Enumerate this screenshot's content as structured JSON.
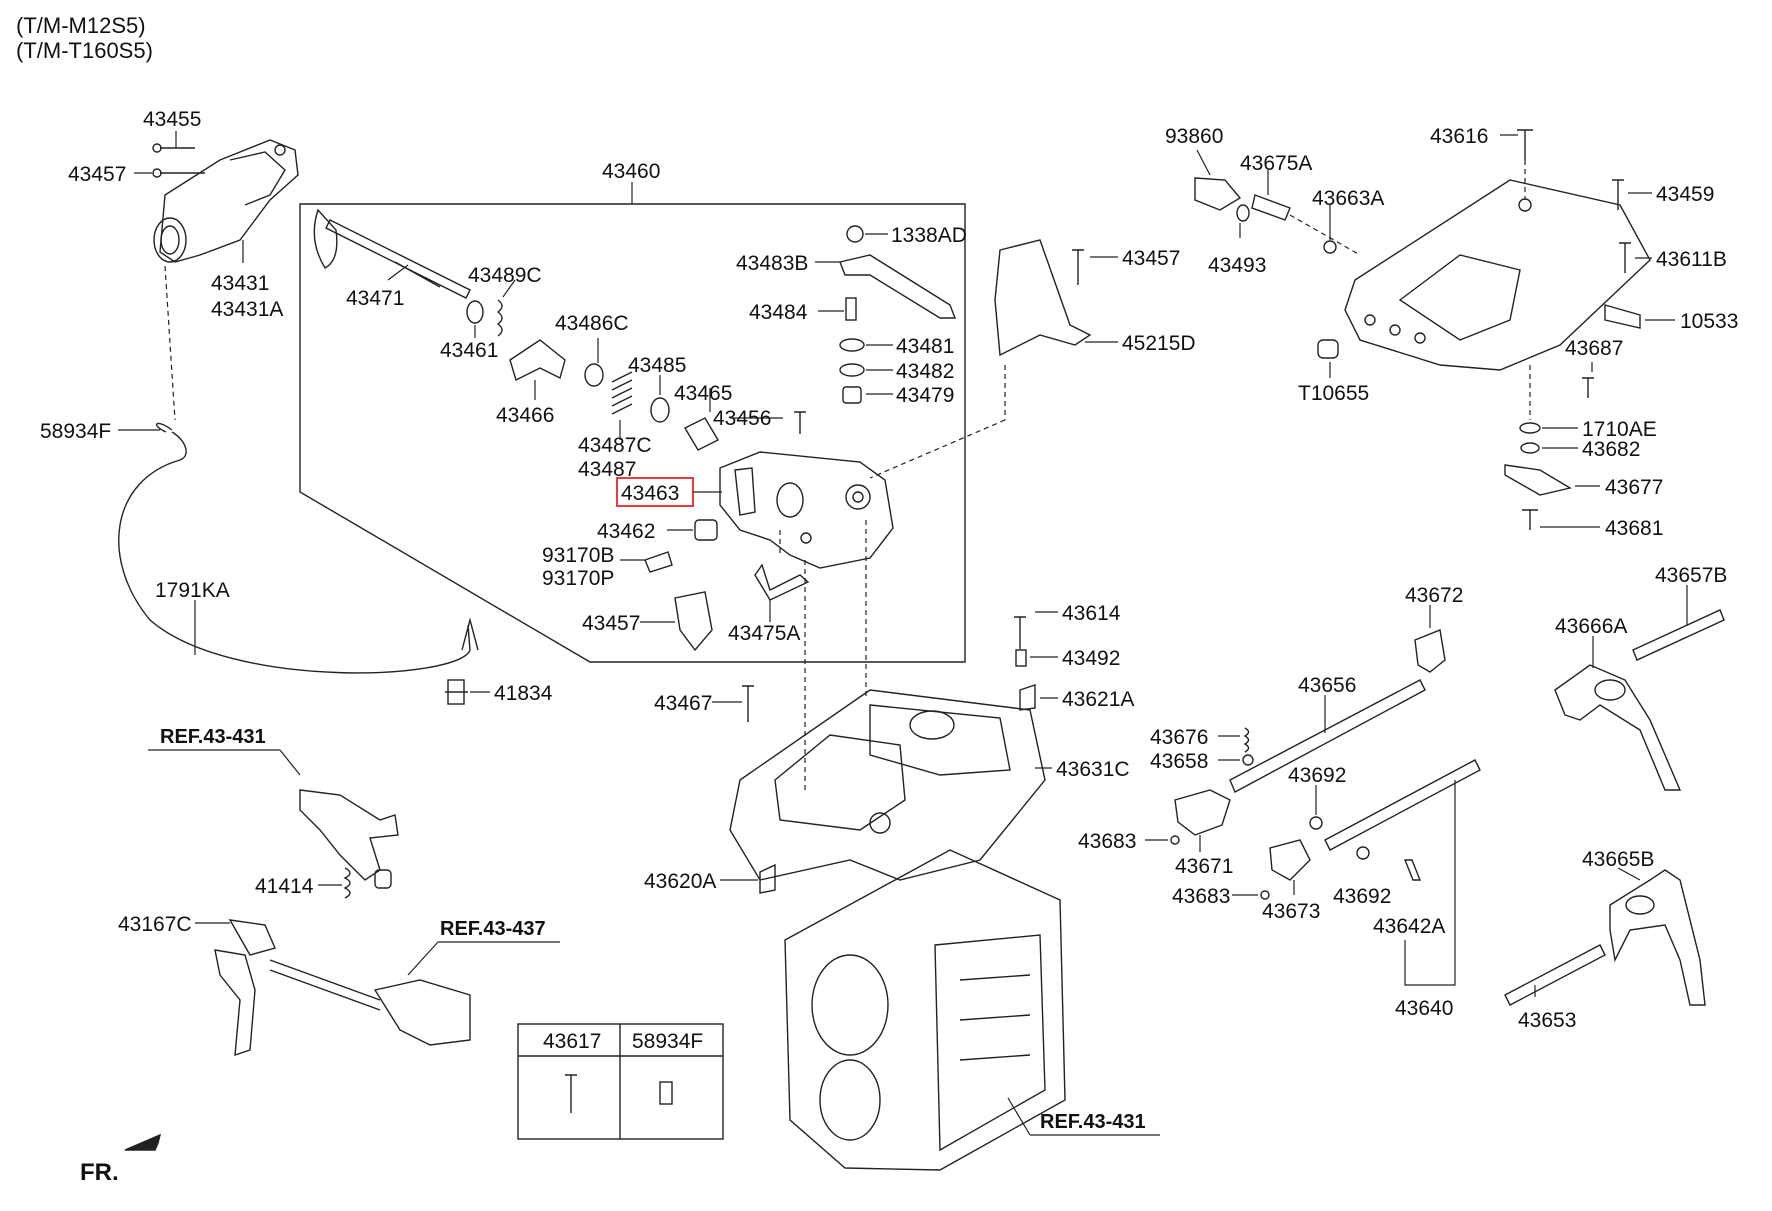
{
  "header": {
    "model_line_1": "(T/M-M12S5)",
    "model_line_2": "(T/M-T160S5)"
  },
  "labels": {
    "p43455": "43455",
    "p43457_top": "43457",
    "p43431": "43431",
    "p43431A": "43431A",
    "p58934F": "58934F",
    "p1791KA": "1791KA",
    "p41834": "41834",
    "p43460": "43460",
    "p43471": "43471",
    "p43489C": "43489C",
    "p43461": "43461",
    "p43466": "43466",
    "p43486C": "43486C",
    "p43485": "43485",
    "p43465": "43465",
    "p43487C": "43487C",
    "p43487": "43487",
    "p43463": "43463",
    "p43462": "43462",
    "p93170B": "93170B",
    "p93170P": "93170P",
    "p43457_mid": "43457",
    "p43475A": "43475A",
    "p43483B": "43483B",
    "p1338AD": "1338AD",
    "p43484": "43484",
    "p43481": "43481",
    "p43482": "43482",
    "p43479": "43479",
    "p43456": "43456",
    "p43457_right": "43457",
    "p45215D": "45215D",
    "p43614": "43614",
    "p43492": "43492",
    "p43621A": "43621A",
    "p43467": "43467",
    "p43631C": "43631C",
    "p43620A": "43620A",
    "p93860": "93860",
    "p43675A": "43675A",
    "p43663A": "43663A",
    "p43493": "43493",
    "p43616": "43616",
    "p43459": "43459",
    "p43611B": "43611B",
    "p10533": "10533",
    "p43687": "43687",
    "pT10655": "T10655",
    "p1710AE": "1710AE",
    "p43682": "43682",
    "p43677": "43677",
    "p43681": "43681",
    "p43672": "43672",
    "p43657B": "43657B",
    "p43666A": "43666A",
    "p43656": "43656",
    "p43676": "43676",
    "p43658": "43658",
    "p43692_a": "43692",
    "p43683_a": "43683",
    "p43671": "43671",
    "p43683_b": "43683",
    "p43673": "43673",
    "p43692_b": "43692",
    "p43642A": "43642A",
    "p43640": "43640",
    "p43665B": "43665B",
    "p43653": "43653",
    "p41414": "41414",
    "p43167C": "43167C"
  },
  "refs": {
    "ref_left_top": "REF.43-431",
    "ref_left_bottom": "REF.43-437",
    "ref_case": "REF.43-431"
  },
  "table": {
    "headers": [
      "43617",
      "58934F"
    ]
  },
  "fr_label": "FR.",
  "highlight_part": "43463",
  "highlight_color": "#e8262a"
}
